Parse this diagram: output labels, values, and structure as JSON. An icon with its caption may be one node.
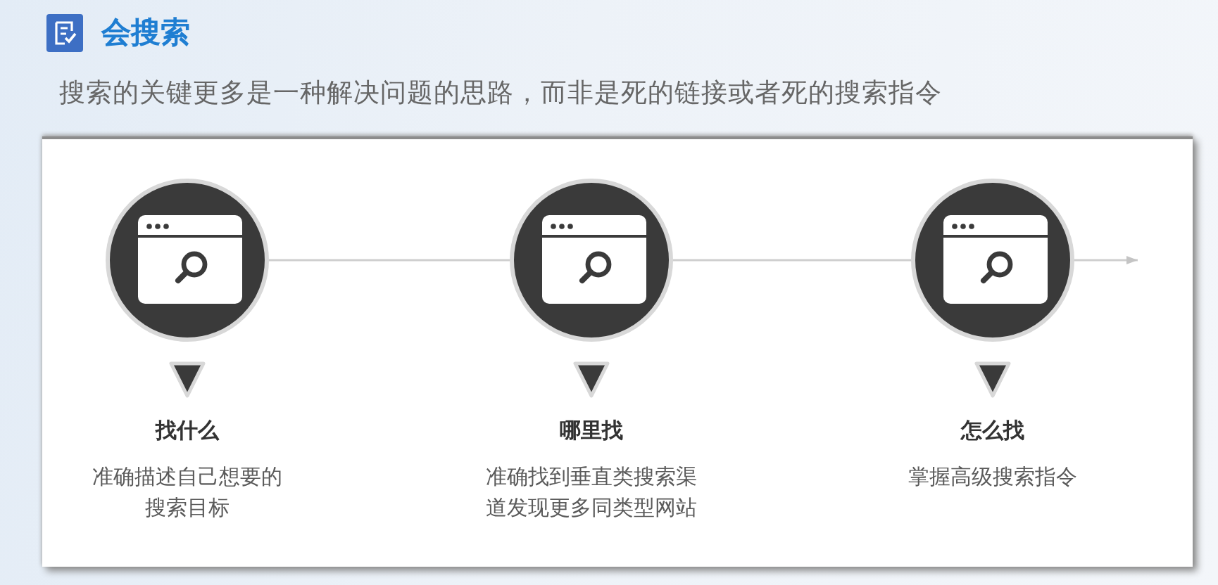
{
  "diagram": {
    "title": "会搜索",
    "nodes": [
      {
        "text": [],
        "shape": "circle",
        "beside": [
          "找什么",
          "准确描述自己想要的搜索目标"
        ]
      },
      {
        "text": [],
        "shape": "circle",
        "beside": [
          "哪里找",
          "准确找到垂直类搜索渠道发现更多同类型网站"
        ]
      },
      {
        "text": [],
        "shape": "circle",
        "beside": [
          "怎么找",
          "掌握高级搜索指令"
        ]
      }
    ],
    "edges": [
      {
        "from": 0,
        "to": 1,
        "arrow": "none"
      },
      {
        "from": 1,
        "to": 2,
        "arrow": "none"
      },
      {
        "from": 2,
        "to": null,
        "arrow": "to"
      }
    ],
    "labels": [
      "搜索的关键更多是一种解决问题的思路，而非是死的链接或者死的搜索指令"
    ]
  }
}
